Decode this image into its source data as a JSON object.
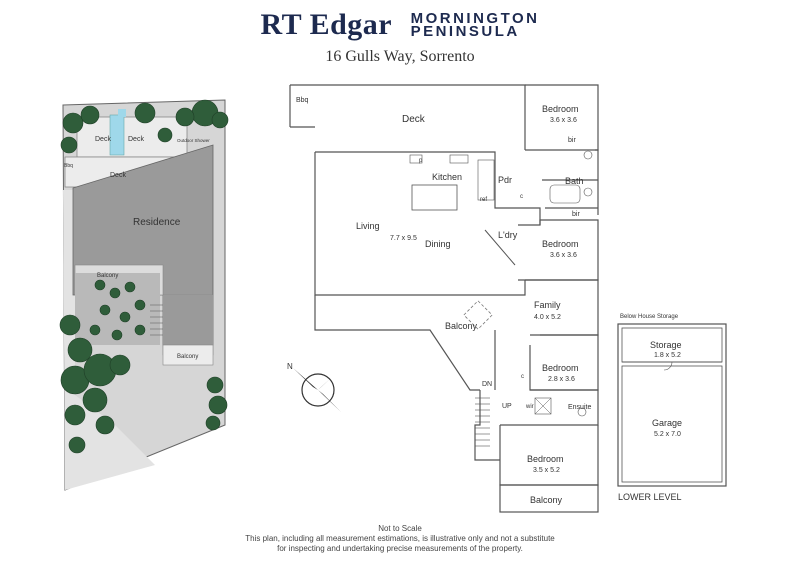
{
  "brand": {
    "name": "RT Edgar",
    "region_line1": "MORNINGTON",
    "region_line2": "PENINSULA"
  },
  "address": "16 Gulls Way, Sorrento",
  "site_plan": {
    "deck_left": "Deck",
    "deck_right": "Deck",
    "outdoor_shower": "Outdoor Shower",
    "bbq": "Bbq",
    "deck_lower": "Deck",
    "residence": "Residence",
    "balcony_upper": "Balcony",
    "balcony_lower": "Balcony"
  },
  "floor_plan": {
    "bbq": "Bbq",
    "deck": "Deck",
    "bedroom1": {
      "name": "Bedroom",
      "size": "3.6 x 3.6"
    },
    "bir1": "bir",
    "bath": "Bath",
    "bir2": "bir",
    "kitchen": "Kitchen",
    "p": "p",
    "pdr": "Pdr",
    "c1": "c",
    "ref": "ref",
    "living": "Living",
    "living_size": "7.7 x 9.5",
    "dining": "Dining",
    "ldry": "L'dry",
    "bedroom2": {
      "name": "Bedroom",
      "size": "3.6 x 3.6"
    },
    "family": {
      "name": "Family",
      "size": "4.0 x 5.2"
    },
    "balcony": "Balcony",
    "bedroom3": {
      "name": "Bedroom",
      "size": "2.8 x 3.6"
    },
    "c2": "c",
    "dn": "DN",
    "up": "UP",
    "wir": "wir",
    "ensuite": "Ensuite",
    "bedroom4": {
      "name": "Bedroom",
      "size": "3.5 x 5.2"
    },
    "balcony_bottom": "Balcony"
  },
  "lower_level": {
    "title": "Below House Storage",
    "storage": {
      "name": "Storage",
      "size": "1.8 x 5.2"
    },
    "garage": {
      "name": "Garage",
      "size": "5.2 x 7.0"
    },
    "label": "LOWER LEVEL"
  },
  "compass": {
    "north": "N"
  },
  "footer": {
    "line1": "Not to Scale",
    "line2": "This plan, including all measurement estimations, is illustrative only and not a substitute",
    "line3": "for inspecting and undertaking precise measurements of the property."
  },
  "colors": {
    "brand": "#1d2a4f",
    "wall": "#555555",
    "roof": "#9a9a9a",
    "tree": "#2f5d3a",
    "ground": "#c8c8c8"
  }
}
